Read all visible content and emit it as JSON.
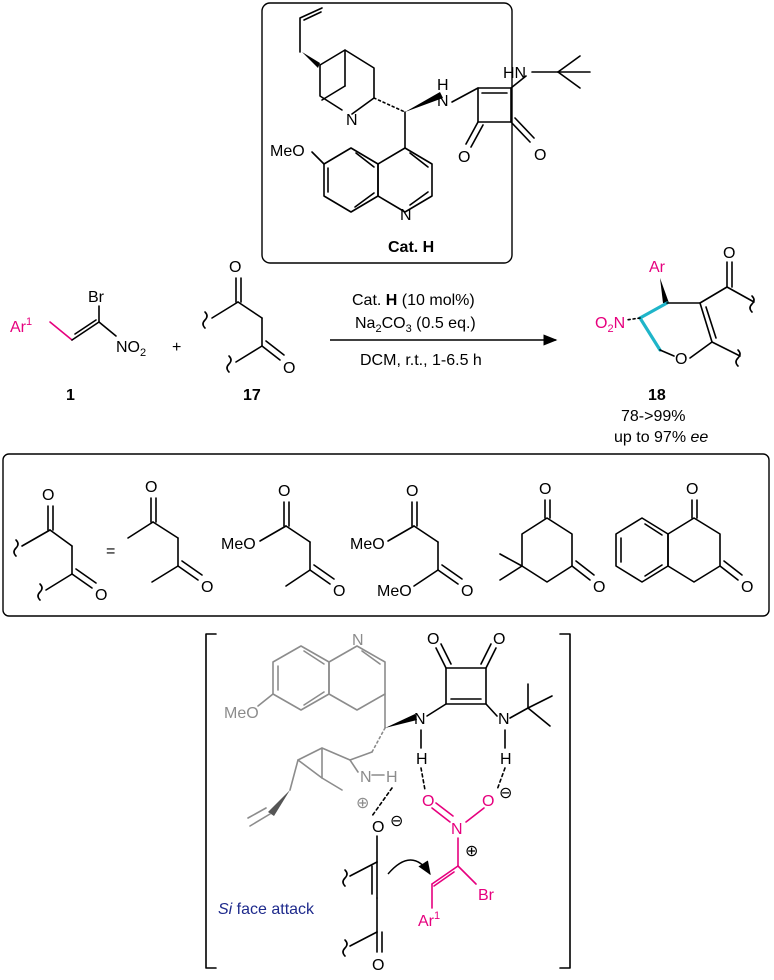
{
  "catalyst": {
    "label": "Cat. H",
    "atoms": {
      "methoxy": "MeO",
      "quinuclidine_n": "N",
      "quinoline_n": "N",
      "amine_1": "N",
      "amine_1_h": "H",
      "amine_2": "HN",
      "oxo_1": "O",
      "oxo_2": "O"
    }
  },
  "reactants": {
    "nitroalkene": {
      "number": "1",
      "aryl": "Ar",
      "aryl_sup": "1",
      "bromo": "Br",
      "nitro": "NO",
      "nitro_sub": "2"
    },
    "plus": "+",
    "dicarbonyl": {
      "number": "17",
      "oxo_1": "O",
      "oxo_2": "O"
    }
  },
  "conditions": {
    "line1_pre": "Cat. ",
    "line1_bold": "H",
    "line1_post": " (10 mol%)",
    "line2_pre": "Na",
    "line2_sub1": "2",
    "line2_mid": "CO",
    "line2_sub2": "3",
    "line2_post": " (0.5 eq.)",
    "line3": "DCM, r.t., 1-6.5 h"
  },
  "product": {
    "number": "18",
    "aryl": "Ar",
    "nitro": "O",
    "nitro_sub": "2",
    "nitro_n": "N",
    "ring_o": "O",
    "oxo": "O",
    "yield": "78->99%",
    "ee_pre": "up to 97% ",
    "ee_italic": "ee"
  },
  "substrates": {
    "equals": "=",
    "generic": {
      "o1": "O",
      "o2": "O"
    },
    "acac": {
      "o1": "O",
      "o2": "O"
    },
    "ketoester": {
      "meo": "MeO",
      "o1": "O",
      "o2": "O"
    },
    "malonate": {
      "meo1": "MeO",
      "meo2": "MeO",
      "o1": "O",
      "o2": "O"
    },
    "dimedone": {
      "o1": "O",
      "o2": "O"
    },
    "tetralone": {
      "o1": "O",
      "o2": "O"
    }
  },
  "transition_state": {
    "quinoline_n": "N",
    "methoxy": "MeO",
    "amine_1": "N",
    "amine_2": "N",
    "h1": "H",
    "h2": "H",
    "oxo_1": "O",
    "oxo_2": "O",
    "nh": "N",
    "nh_h": "H",
    "plus": "⊕",
    "enolate_o": "O",
    "minus": "⊖",
    "nitro_o1": "O",
    "nitro_o2": "O",
    "nitro_n": "N",
    "nitro_plus": "⊕",
    "nitro_minus": "⊖",
    "bromo": "Br",
    "aryl": "Ar",
    "aryl_sup": "1",
    "ketone_o": "O",
    "face_italic": "Si",
    "face_rest": " face attack"
  }
}
